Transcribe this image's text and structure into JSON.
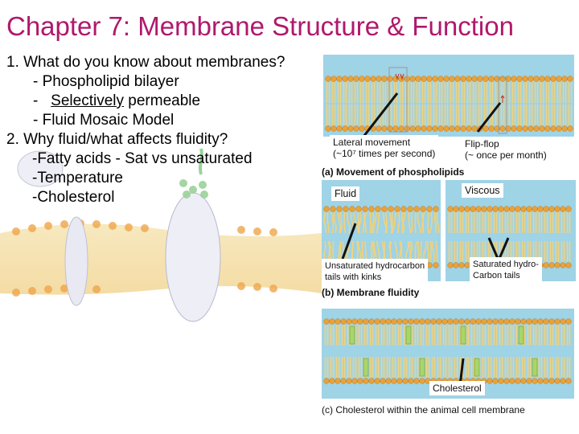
{
  "slide": {
    "title": "Chapter 7:  Membrane Structure & Function",
    "outline": [
      "1.  What do you know about membranes?",
      "-   Phospholipid bilayer",
      "-",
      "Selectively",
      " permeable",
      "-   Fluid Mosaic Model",
      "2.  Why fluid/what affects fluidity?",
      "-Fatty acids - Sat vs unsaturated",
      "-Temperature",
      "-Cholesterol"
    ]
  },
  "figure": {
    "panel_a": {
      "lateral_label_1": "Lateral movement",
      "lateral_label_2": "(~10⁷ times per second)",
      "flipflop_label_1": "Flip-flop",
      "flipflop_label_2": "(~ once per month)",
      "caption": "(a) Movement of phospholipids"
    },
    "panel_b": {
      "fluid_label": "Fluid",
      "viscous_label": "Viscous",
      "unsat_label_1": "Unsaturated hydrocarbon",
      "unsat_label_2": "tails with kinks",
      "sat_label_1": "Saturated hydro-",
      "sat_label_2": "Carbon tails",
      "caption": "(b) Membrane fluidity"
    },
    "panel_c": {
      "cholesterol_label": "Cholesterol",
      "caption": "(c) Cholesterol within the animal cell membrane"
    }
  },
  "colors": {
    "title": "#b0186c",
    "panel_bg": "#9fd3e6",
    "head": "#e8a23a",
    "tail": "#f2d27a"
  }
}
